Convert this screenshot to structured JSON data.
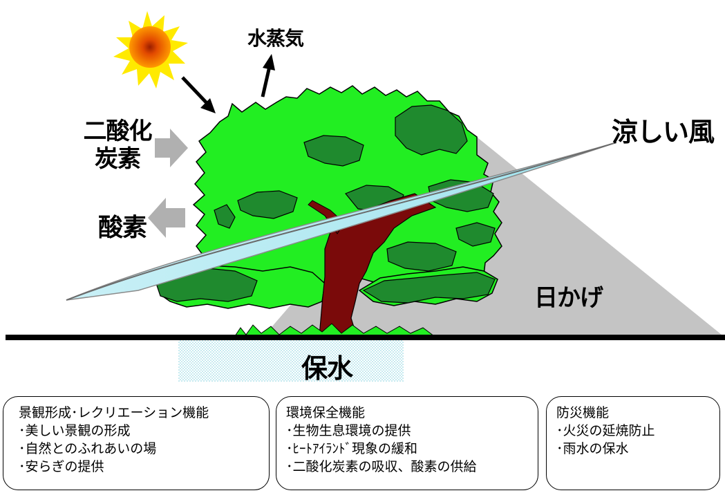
{
  "labels": {
    "co2_line1": "二酸化",
    "co2_line2": "炭素",
    "oxygen": "酸素",
    "water_vapor": "水蒸気",
    "cool_breeze": "涼しい風",
    "shade": "日かげ",
    "water_retention": "保水"
  },
  "panels": [
    {
      "title": "景観形成･レクリエーション機能",
      "items": [
        "･美しい景観の形成",
        "･自然とのふれあいの場",
        "･安らぎの提供"
      ]
    },
    {
      "title": "環境保全機能",
      "items": [
        "･生物生息環境の提供",
        "･ﾋｰﾄｱｲﾗﾝﾄﾞ現象の緩和",
        "･二酸化炭素の吸収、酸素の供給"
      ]
    },
    {
      "title": "防災機能",
      "items": [
        "･火災の延焼防止",
        "･雨水の保水"
      ]
    }
  ],
  "colors": {
    "foliage_light": "#22ee22",
    "foliage_dark": "#1f8a2e",
    "trunk": "#7a0a0a",
    "shadow": "#c4c4c4",
    "breeze": "#aee8f2",
    "arrow_gray": "#b0b0b0",
    "water_dots": "#bfe9ef",
    "sun_center": "#ff6a00",
    "sun_rays": "#ffea00"
  }
}
